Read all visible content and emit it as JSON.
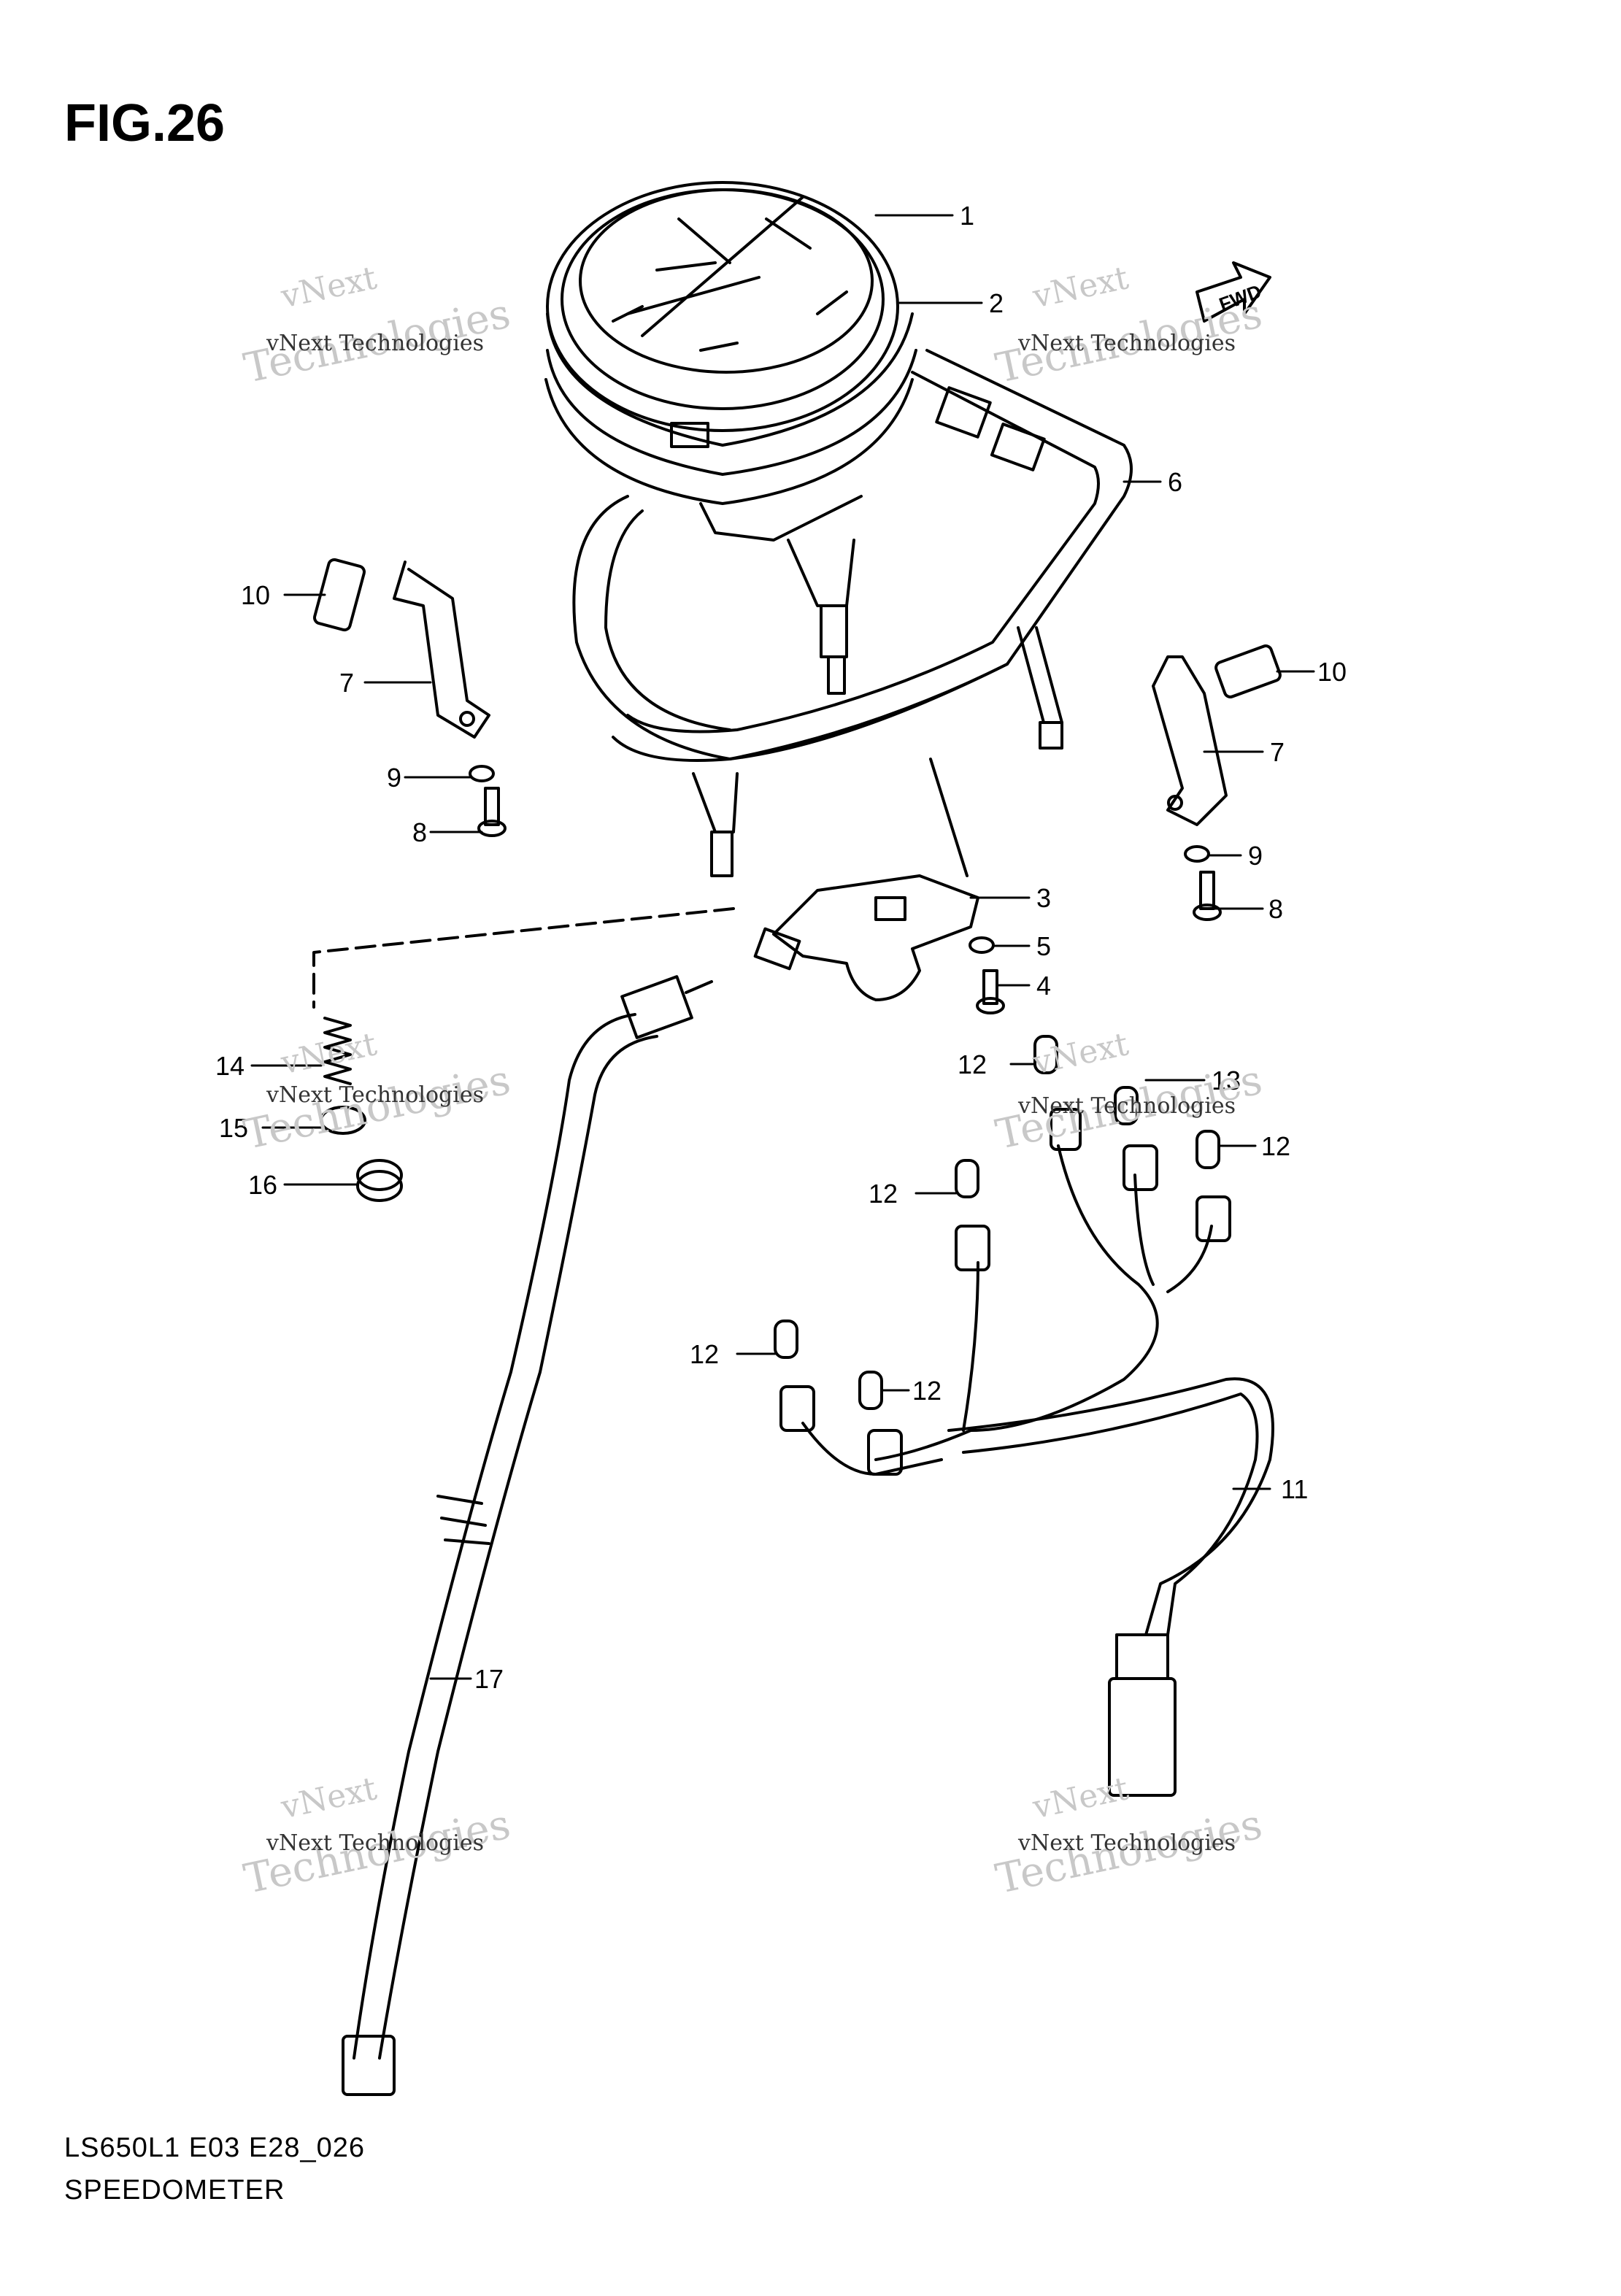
{
  "figure": {
    "title": "FIG.26"
  },
  "footer": {
    "code": "LS650L1 E03 E28_026",
    "name": "SPEEDOMETER"
  },
  "direction_marker": {
    "label": "FWD",
    "icon": "forward-arrow-icon"
  },
  "watermark": {
    "line1": "vNext Technologies",
    "line2": "vNext",
    "line3": "Technologies"
  },
  "callouts": [
    {
      "id": "c1",
      "label": "1"
    },
    {
      "id": "c2",
      "label": "2"
    },
    {
      "id": "c6",
      "label": "6"
    },
    {
      "id": "c10a",
      "label": "10"
    },
    {
      "id": "c10b",
      "label": "10"
    },
    {
      "id": "c7a",
      "label": "7"
    },
    {
      "id": "c7b",
      "label": "7"
    },
    {
      "id": "c9a",
      "label": "9"
    },
    {
      "id": "c9b",
      "label": "9"
    },
    {
      "id": "c8a",
      "label": "8"
    },
    {
      "id": "c8b",
      "label": "8"
    },
    {
      "id": "c3",
      "label": "3"
    },
    {
      "id": "c5",
      "label": "5"
    },
    {
      "id": "c4",
      "label": "4"
    },
    {
      "id": "c14",
      "label": "14"
    },
    {
      "id": "c15",
      "label": "15"
    },
    {
      "id": "c16",
      "label": "16"
    },
    {
      "id": "c12a",
      "label": "12"
    },
    {
      "id": "c13",
      "label": "13"
    },
    {
      "id": "c12b",
      "label": "12"
    },
    {
      "id": "c12c",
      "label": "12"
    },
    {
      "id": "c12d",
      "label": "12"
    },
    {
      "id": "c12e",
      "label": "12"
    },
    {
      "id": "c11",
      "label": "11"
    },
    {
      "id": "c17",
      "label": "17"
    }
  ]
}
